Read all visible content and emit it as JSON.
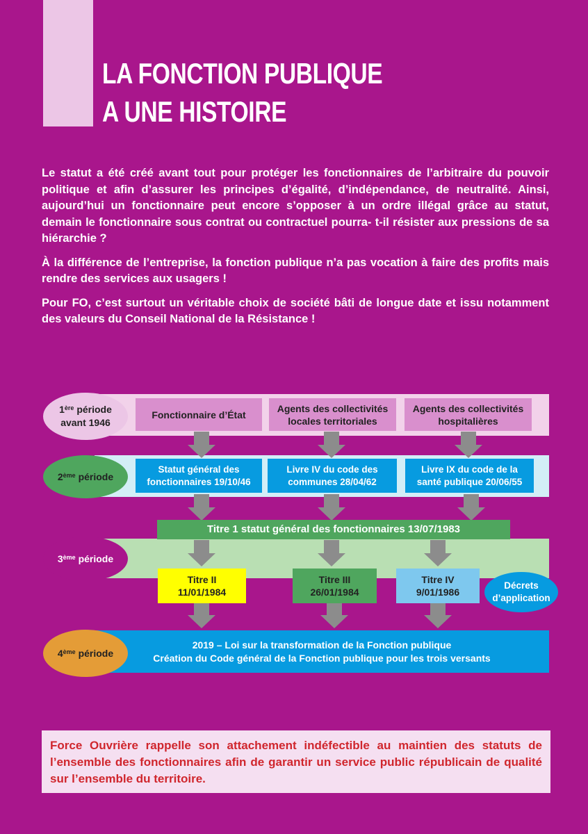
{
  "title": {
    "line1": "LA FONCTION PUBLIQUE",
    "line2": "A UNE HISTOIRE"
  },
  "intro": {
    "p1": "Le statut a été créé avant tout pour protéger les fonctionnaires de l’arbitraire du pouvoir politique et afin d’assurer les principes d’égalité, d’indépendance, de neutralité. Ainsi, aujourd’hui un fonctionnaire peut encore s’opposer à un ordre illégal grâce au statut, demain le fonctionnaire sous contrat ou contractuel pourra- t-il résister aux pressions de sa hiérarchie ?",
    "p2": "À la différence de l’entreprise, la fonction publique n’a pas vocation à faire des profits mais rendre des services aux usagers !",
    "p3": "Pour FO, c’est surtout un véritable choix de société bâti de longue date et issu notamment des valeurs du Conseil National de la Résistance !"
  },
  "diagram": {
    "period1": {
      "num": "1",
      "sup": "ère",
      "word": "période",
      "sub": "avant 1946",
      "color": "#ecc6e6"
    },
    "period2": {
      "num": "2",
      "sup": "ème",
      "word": "période",
      "color": "#4fa65e"
    },
    "period3": {
      "num": "3",
      "sup": "ème",
      "word": "période",
      "color": "#a9168c"
    },
    "period4": {
      "num": "4",
      "sup": "ème",
      "word": "période",
      "color": "#e49c37"
    },
    "row1": [
      {
        "line1": "Fonctionnaire d’État",
        "line2": ""
      },
      {
        "line1": "Agents des collectivités",
        "line2": "locales territoriales"
      },
      {
        "line1": "Agents des collectivités",
        "line2": "hospitalières"
      }
    ],
    "row2": [
      {
        "line1": "Statut général des",
        "line2": "fonctionnaires 19/10/46"
      },
      {
        "line1": "Livre IV du code des",
        "line2": "communes 28/04/62"
      },
      {
        "line1": "Livre IX du code de la",
        "line2": "santé publique 20/06/55"
      }
    ],
    "titre1": "Titre 1 statut général des fonctionnaires 13/07/1983",
    "row3": [
      {
        "line1": "Titre II",
        "line2": "11/01/1984",
        "color": "#ffff00"
      },
      {
        "line1": "Titre III",
        "line2": "26/01/1984",
        "color": "#4fa65e"
      },
      {
        "line1": "Titre IV",
        "line2": "9/01/1986",
        "color": "#7ec8ee"
      }
    ],
    "decrets": {
      "line1": "Décrets",
      "line2": "d’application"
    },
    "band4": {
      "line1": "2019 – Loi sur la transformation de la Fonction publique",
      "line2": "Création du Code général de la Fonction publique pour les trois versants"
    }
  },
  "footer": "Force Ouvrière rappelle son attachement indéfectible au maintien des statuts de l’ensemble des fonctionnaires afin de garantir un service public républicain de qualité sur l’ensemble du territoire."
}
